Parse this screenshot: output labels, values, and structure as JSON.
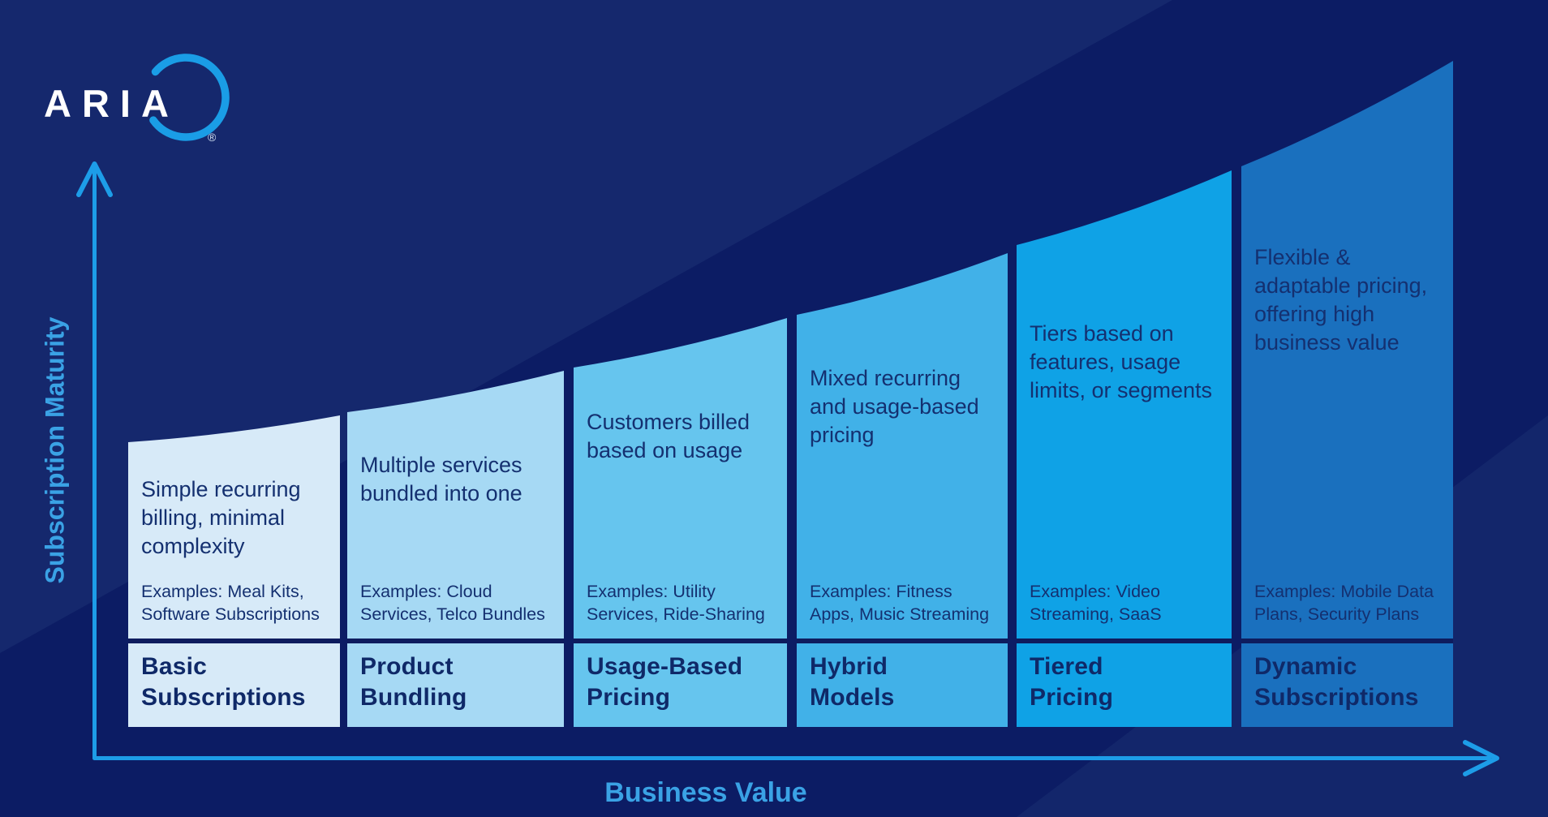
{
  "brand": {
    "logo_text": "ARIA",
    "registered_mark": "®"
  },
  "axes": {
    "y_label": "Subscription Maturity",
    "x_label": "Business Value",
    "axis_color": "#1d9de8",
    "label_color": "#3aa2e5"
  },
  "colors": {
    "background": "#0c1c64",
    "background_swoosh": "#27407f",
    "separator_line": "#0e1c5e",
    "body_text": "#143070",
    "title_text": "#0f2968",
    "logo_text": "#ffffff",
    "logo_arc": "#1a9de6"
  },
  "columns": [
    {
      "title": "Basic\nSubscriptions",
      "description": "Simple recurring billing, minimal complexity",
      "examples": "Examples: Meal Kits, Software Subscriptions",
      "fill": "#d7eaf8"
    },
    {
      "title": "Product\nBundling",
      "description": "Multiple services bundled into one",
      "examples": "Examples: Cloud Services, Telco Bundles",
      "fill": "#a6d9f4"
    },
    {
      "title": "Usage-Based\nPricing",
      "description": "Customers billed based on usage",
      "examples": "Examples: Utility Services, Ride-Sharing",
      "fill": "#66c5ee"
    },
    {
      "title": "Hybrid\nModels",
      "description": "Mixed recurring and usage-based pricing",
      "examples": "Examples: Fitness Apps, Music Streaming",
      "fill": "#41b1e8"
    },
    {
      "title": "Tiered\nPricing",
      "description": "Tiers based on features, usage limits, or segments",
      "examples": "Examples: Video Streaming, SaaS",
      "fill": "#0fa2e6"
    },
    {
      "title": "Dynamic\nSubscriptions",
      "description": "Flexible & adaptable pricing, offering high business value",
      "examples": "Examples: Mobile Data Plans, Security Plans",
      "fill": "#1a70be"
    }
  ]
}
